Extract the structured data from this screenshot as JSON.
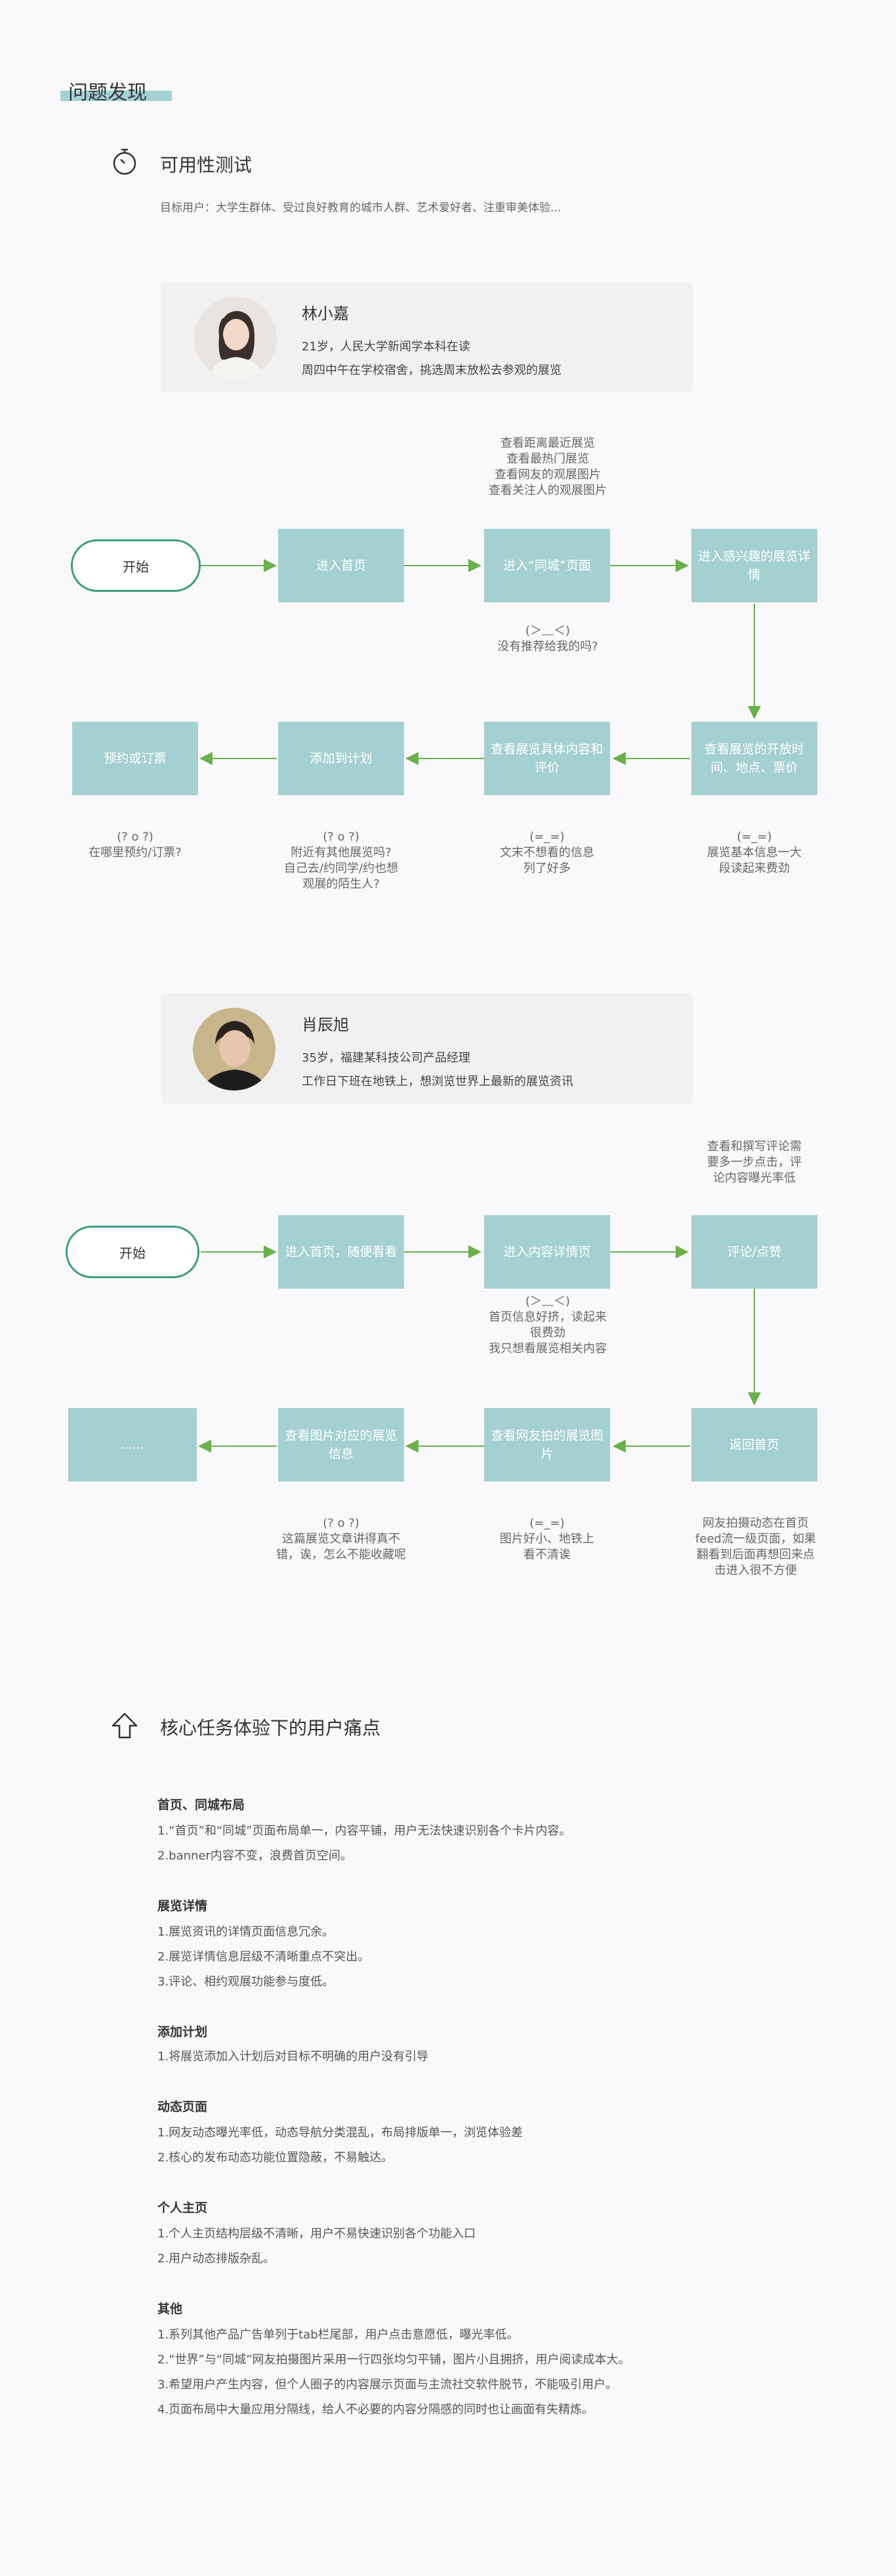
{
  "section_title": "问题发现",
  "usability": {
    "title": "可用性测试",
    "target": "目标用户：大学生群体、受过良好教育的城市人群、艺术爱好者、注重审美体验..."
  },
  "persona1": {
    "name": "林小嘉",
    "line1": "21岁，人民大学新闻学本科在读",
    "line2": "周四中午在学校宿舍，挑选周末放松去参观的展览"
  },
  "flow1": {
    "start": "开始",
    "b1": "进入首页",
    "b2": "进入“同城”页面",
    "b3": "进入感兴趣的展览详情",
    "b4": "查看展览的开放时间、地点、票价",
    "b5": "查看展览具体内容和评价",
    "b6": "添加到计划",
    "b7": "预约或订票",
    "top_note": [
      "查看距离最近展览",
      "查看最热门展览",
      "查看网友的观展图片",
      "查看关注人的观展图片"
    ],
    "mid_note": [
      "(＞﹏＜)",
      "没有推荐给我的吗?"
    ],
    "n1": [
      "(? o ?)",
      "在哪里预约/订票?"
    ],
    "n2": [
      "(? o ?)",
      "附近有其他展览吗?",
      "自己去/约同学/约也想",
      "观展的陌生人?"
    ],
    "n3": [
      "(=_=)",
      "文末不想看的信息",
      "列了好多"
    ],
    "n4": [
      "(=_=)",
      "展览基本信息一大",
      "段读起来费劲"
    ]
  },
  "persona2": {
    "name": "肖辰旭",
    "line1": "35岁，福建某科技公司产品经理",
    "line2": "工作日下班在地铁上，想浏览世界上最新的展览资讯"
  },
  "flow2": {
    "start": "开始",
    "b1": "进入首页，随便看看",
    "b2": "进入内容详情页",
    "b3": "评论/点赞",
    "b4": "返回首页",
    "b5": "查看网友拍的展览图片",
    "b6": "查看图片对应的展览信息",
    "b7": "......",
    "top_note": [
      "查看和撰写评论需",
      "要多一步点击，评",
      "论内容曝光率低"
    ],
    "mid_note": [
      "(＞﹏＜)",
      "首页信息好挤，读起来",
      "很费劲",
      "我只想看展览相关内容"
    ],
    "n1": [
      "(? o ?)",
      "这篇展览文章讲得真不",
      "错，诶，怎么不能收藏呢"
    ],
    "n2": [
      "(=_=)",
      "图片好小、地铁上",
      "看不清诶"
    ],
    "n3": [
      "网友拍摄动态在首页",
      "feed流一级页面，如果",
      "翻看到后面再想回来点",
      "击进入很不方便"
    ]
  },
  "pain": {
    "title": "核心任务体验下的用户痛点",
    "groups": [
      {
        "head": "首页、同城布局",
        "items": [
          "1.“首页”和“同城”页面布局单一，内容平铺，用户无法快速识别各个卡片内容。",
          "2.banner内容不变，浪费首页空间。"
        ]
      },
      {
        "head": "展览详情",
        "items": [
          "1.展览资讯的详情页面信息冗余。",
          "2.展览详情信息层级不清晰重点不突出。",
          "3.评论、相约观展功能参与度低。"
        ]
      },
      {
        "head": "添加计划",
        "items": [
          "1.将展览添加入计划后对目标不明确的用户没有引导"
        ]
      },
      {
        "head": "动态页面",
        "items": [
          "1.网友动态曝光率低，动态导航分类混乱，布局排版单一，浏览体验差",
          "2.核心的发布动态功能位置隐蔽，不易触达。"
        ]
      },
      {
        "head": "个人主页",
        "items": [
          "1.个人主页结构层级不清晰，用户不易快速识别各个功能入口",
          "2.用户动态排版杂乱。"
        ]
      },
      {
        "head": "其他",
        "items": [
          "1.系列其他产品广告单列于tab栏尾部，用户点击意愿低，曝光率低。",
          "2.“世界”与“同城”网友拍摄图片采用一行四张均匀平铺，图片小且拥挤，用户阅读成本大。",
          "3.希望用户产生内容，但个人圈子的内容展示页面与主流社交软件脱节，不能吸引用户。",
          "4.页面布局中大量应用分隔线，给人不必要的内容分隔感的同时也让画面有失精炼。"
        ]
      }
    ]
  },
  "colors": {
    "box": "#a4d0d2",
    "arrow": "#6ab04c",
    "pill": "#3b9d7c"
  }
}
